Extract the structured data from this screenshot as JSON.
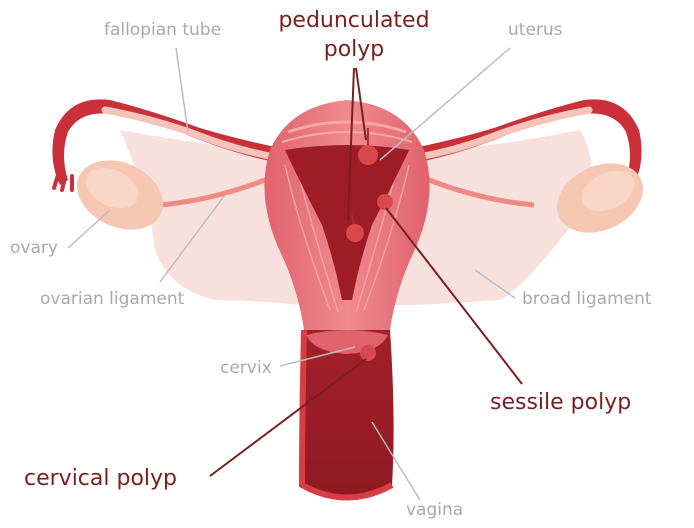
{
  "labels": {
    "fallopian_tube": "fallopian tube",
    "pedunculated_polyp": "pedunculated polyp",
    "uterus": "uterus",
    "ovary": "ovary",
    "ovarian_ligament": "ovarian ligament",
    "broad_ligament": "broad ligament",
    "cervix": "cervix",
    "sessile_polyp": "sessile polyp",
    "cervical_polyp": "cervical polyp",
    "vagina": "vagina"
  },
  "colors": {
    "label_grey": "#a9a9a9",
    "label_red": "#7a1f1f",
    "leader_grey": "#bdbdbd",
    "leader_dark": "#7a1f1f",
    "ligament": "#f6dcd6",
    "tissue_light": "#f7c9bd",
    "muscle": "#e8707a",
    "cavity": "#9e1c26",
    "polyp": "#d9484f",
    "ovary": "#f5c4ae"
  }
}
